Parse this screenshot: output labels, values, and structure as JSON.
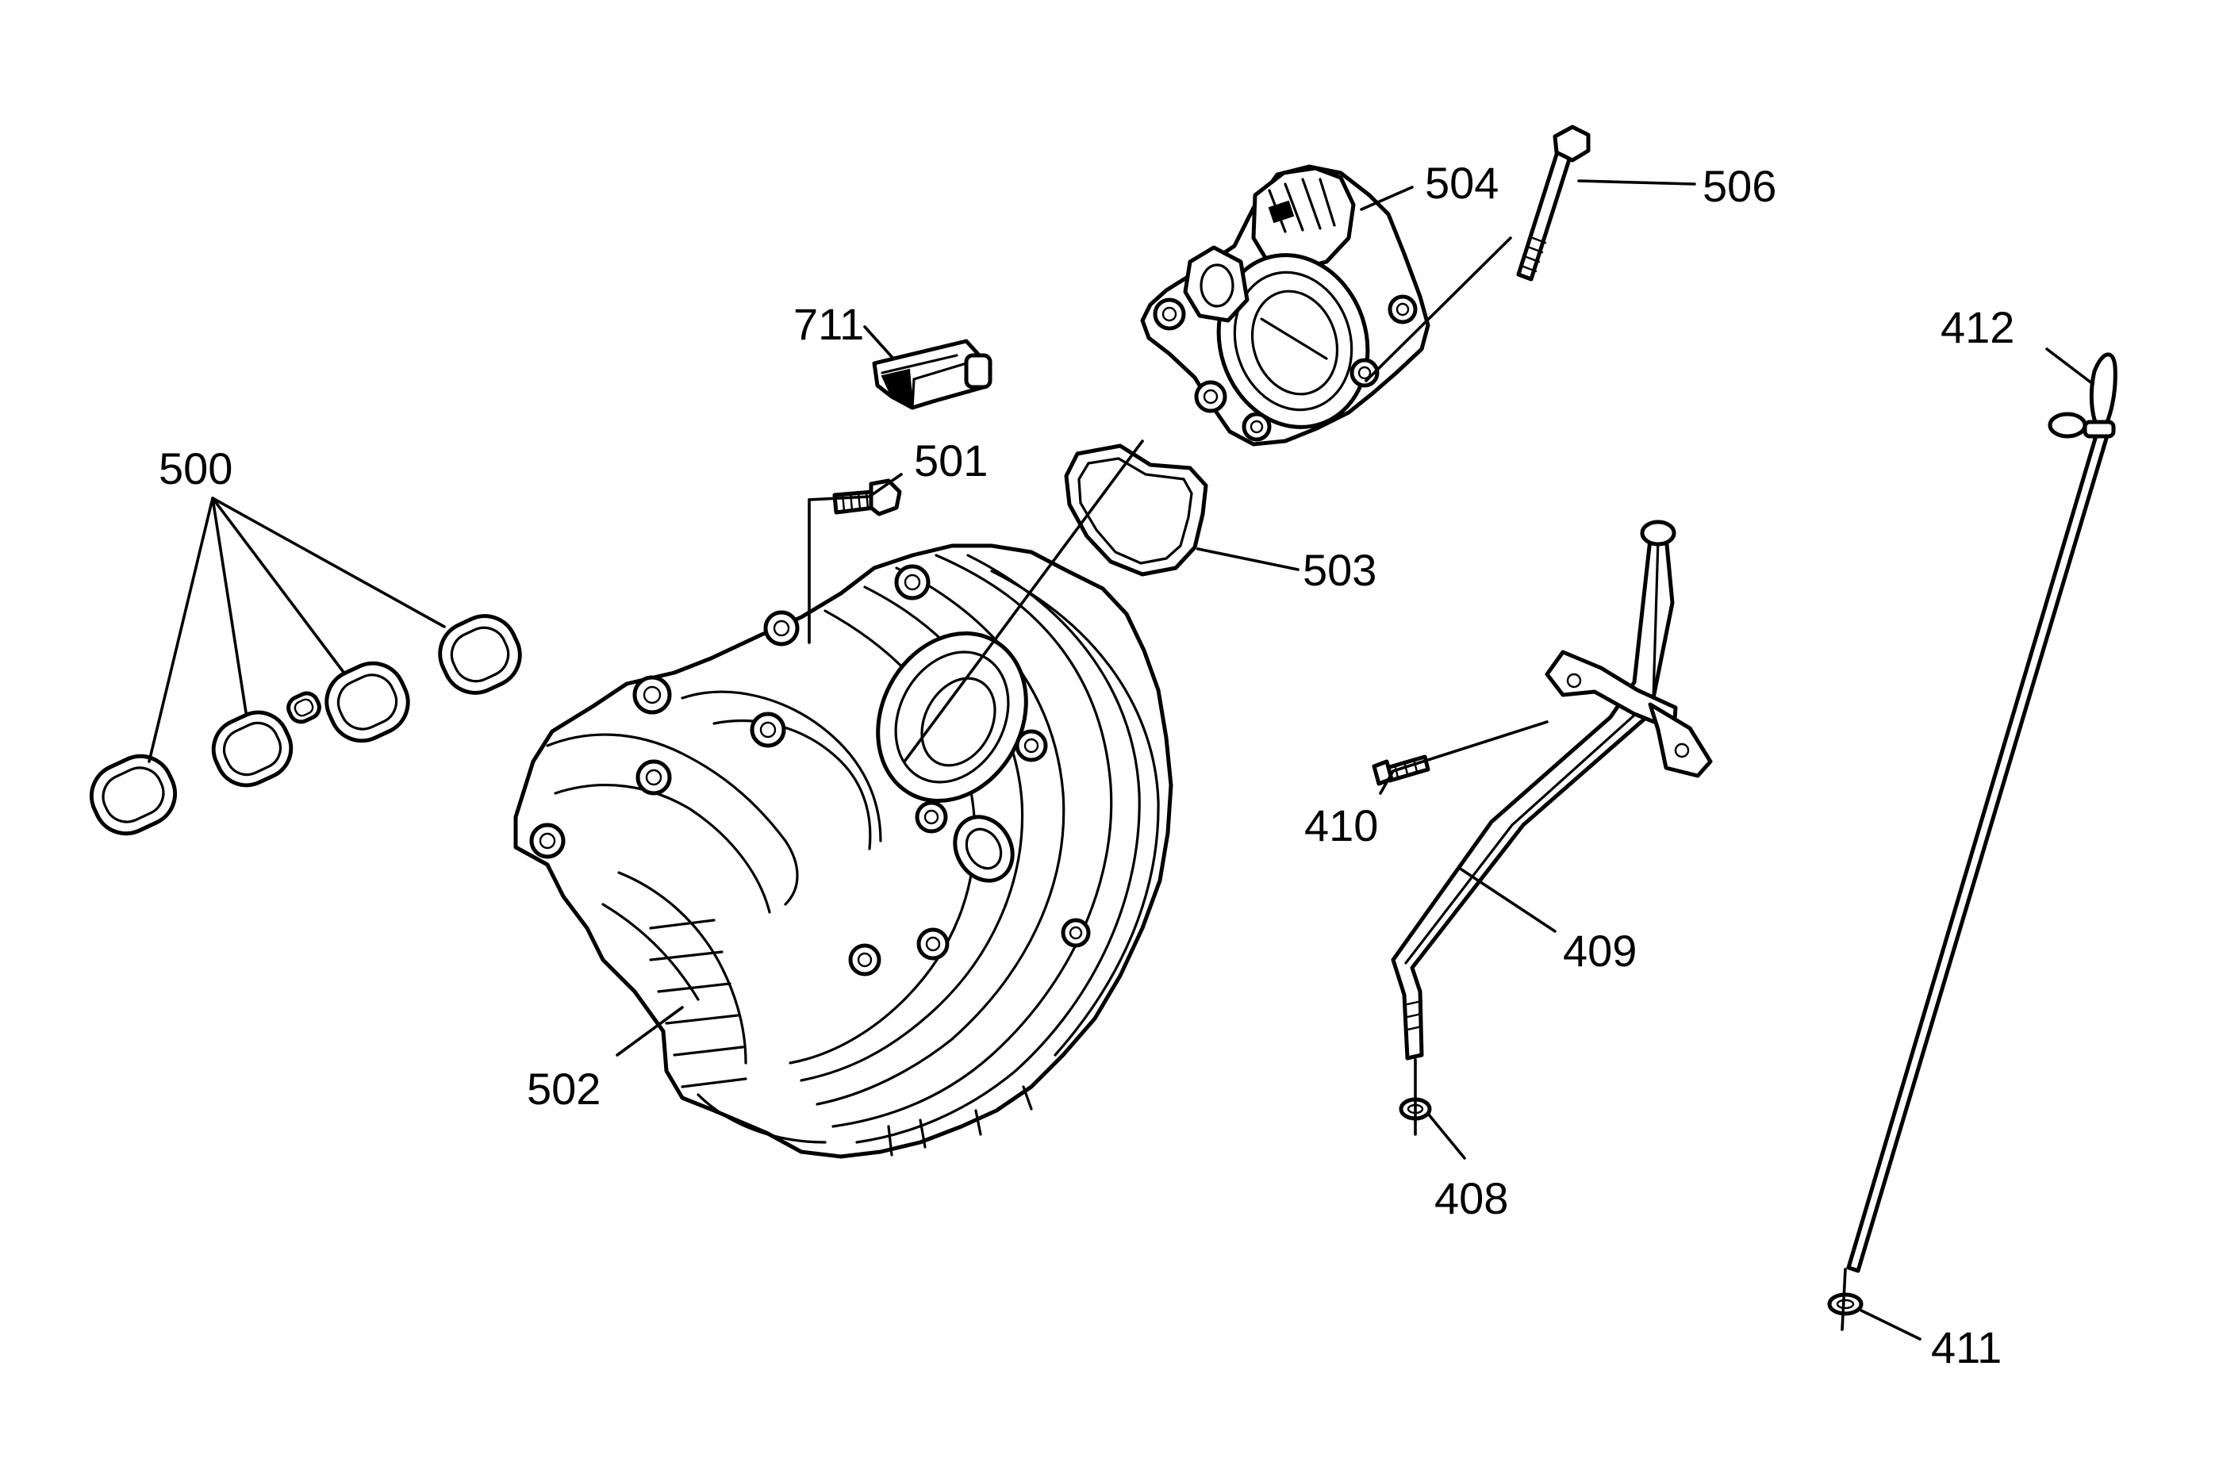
{
  "diagram": {
    "callouts": {
      "c500": "500",
      "c501": "501",
      "c502": "502",
      "c503": "503",
      "c504": "504",
      "c506": "506",
      "c711": "711",
      "c408": "408",
      "c409": "409",
      "c410": "410",
      "c411": "411",
      "c412": "412"
    }
  }
}
